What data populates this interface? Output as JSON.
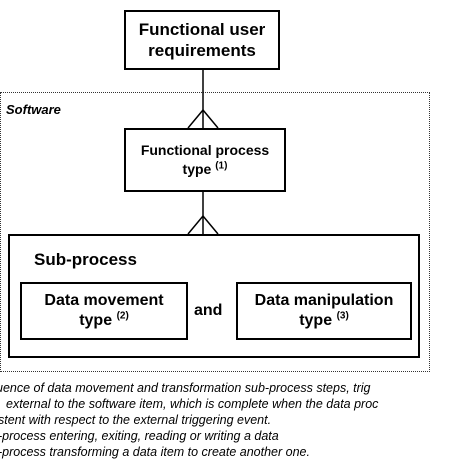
{
  "top_box": {
    "line1": "Functional user",
    "line2": "requirements"
  },
  "software_label": "Software",
  "process_box": {
    "line1": "Functional process",
    "line2": "type",
    "ref": "(1)"
  },
  "subprocess_label": "Sub-process",
  "movement_box": {
    "line1": "Data movement",
    "line2": "type",
    "ref": "(2)"
  },
  "and_label": "and",
  "manipulation_box": {
    "line1": "Data manipulation",
    "line2": "type",
    "ref": "(3)"
  },
  "footnotes": [
    "uence of data movement and transformation sub-process steps, trig",
    "external to the software item, which is complete when the data proc",
    "stent with respect to the external triggering event.",
    "-process entering, exiting, reading or writing a data",
    "-process transforming a data item to create another one."
  ]
}
